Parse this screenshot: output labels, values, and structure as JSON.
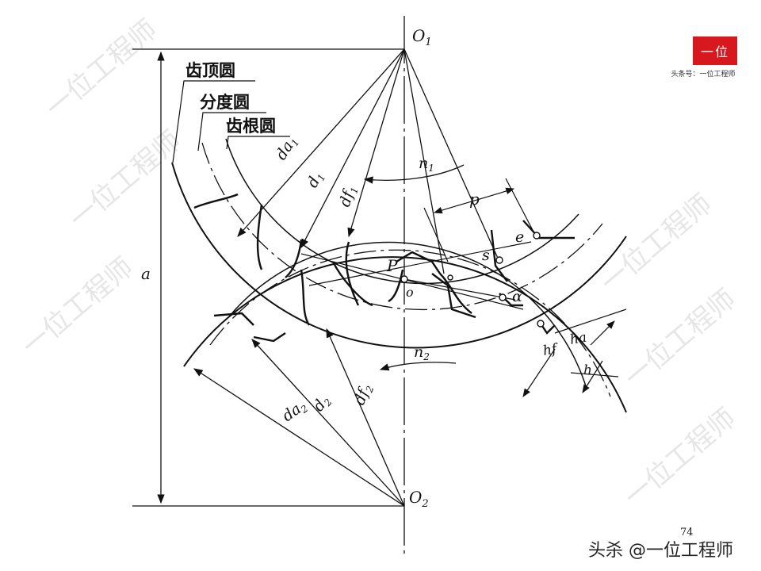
{
  "labels": {
    "addendum_circle": "齿顶圆",
    "pitch_circle": "分度圆",
    "dedendum_circle": "齿根圆",
    "O1": "O",
    "O1_sub": "1",
    "O2": "O",
    "O2_sub": "2",
    "da1": "da",
    "da1_sub": "1",
    "d1": "d",
    "d1_sub": "1",
    "df1": "df",
    "df1_sub": "1",
    "da2": "da",
    "da2_sub": "2",
    "d2": "d",
    "d2_sub": "2",
    "df2": "df",
    "df2_sub": "2",
    "n1": "n",
    "n1_sub": "1",
    "n2": "n",
    "n2_sub": "2",
    "a": "a",
    "P": "P",
    "o": "o",
    "p": "p",
    "s": "s",
    "e": "e",
    "alpha": "α",
    "hf": "hf",
    "ha": "ha",
    "h": "h"
  },
  "logo": {
    "text": "一位",
    "subtitle": "头条号：一位工程师"
  },
  "watermark": "一位工程师",
  "page_number": "74",
  "credit": "头杀 @一位工程师"
}
